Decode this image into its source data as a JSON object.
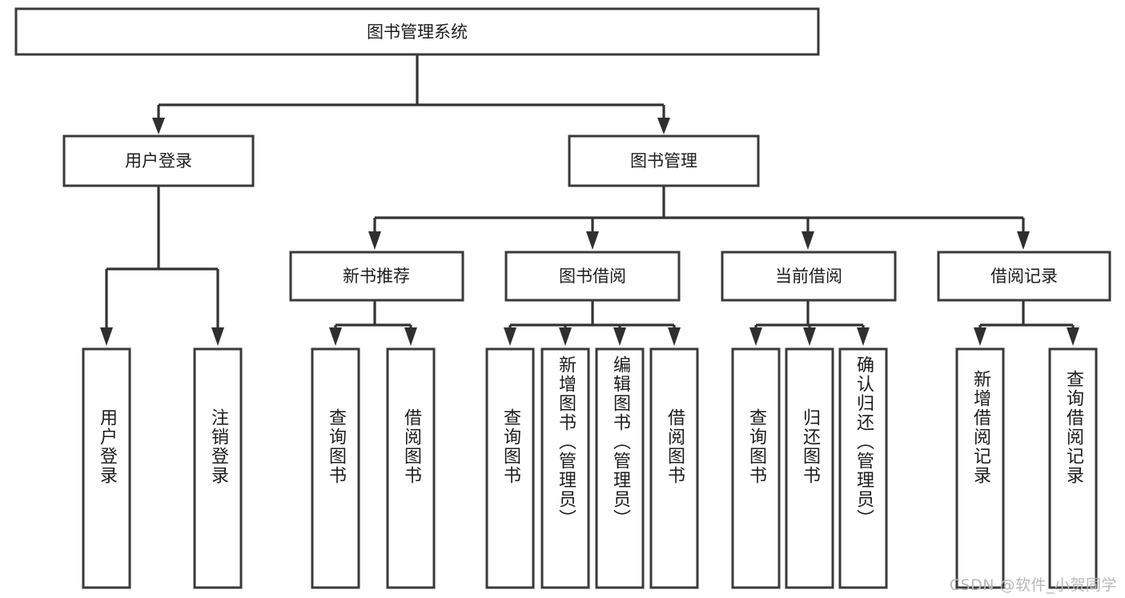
{
  "diagram": {
    "type": "tree-hierarchy",
    "title": "图书管理系统",
    "root": {
      "label": "图书管理系统"
    },
    "level1": [
      {
        "label": "用户登录"
      },
      {
        "label": "图书管理"
      }
    ],
    "level2": [
      {
        "label": "新书推荐",
        "parent": "图书管理"
      },
      {
        "label": "图书借阅",
        "parent": "图书管理"
      },
      {
        "label": "当前借阅",
        "parent": "图书管理"
      },
      {
        "label": "借阅记录",
        "parent": "图书管理"
      }
    ],
    "leaves": {
      "用户登录": [
        {
          "label": "用户登录"
        },
        {
          "label": "注销登录"
        }
      ],
      "新书推荐": [
        {
          "label": "查询图书"
        },
        {
          "label": "借阅图书"
        }
      ],
      "图书借阅": [
        {
          "label": "查询图书"
        },
        {
          "label": "新增图书（管理员）"
        },
        {
          "label": "编辑图书（管理员）"
        },
        {
          "label": "借阅图书"
        }
      ],
      "当前借阅": [
        {
          "label": "查询图书"
        },
        {
          "label": "归还图书"
        },
        {
          "label": "确认归还（管理员）"
        }
      ],
      "借阅记录": [
        {
          "label": "新增借阅记录"
        },
        {
          "label": "查询借阅记录"
        }
      ]
    }
  },
  "watermark": {
    "text": "CSDN @软件_小贺同学"
  },
  "colors": {
    "box_stroke": "#3a3a3c",
    "connector": "#333335",
    "text": "#1c1c1e",
    "background": "#ffffff",
    "watermark": "#b9b9bb"
  }
}
